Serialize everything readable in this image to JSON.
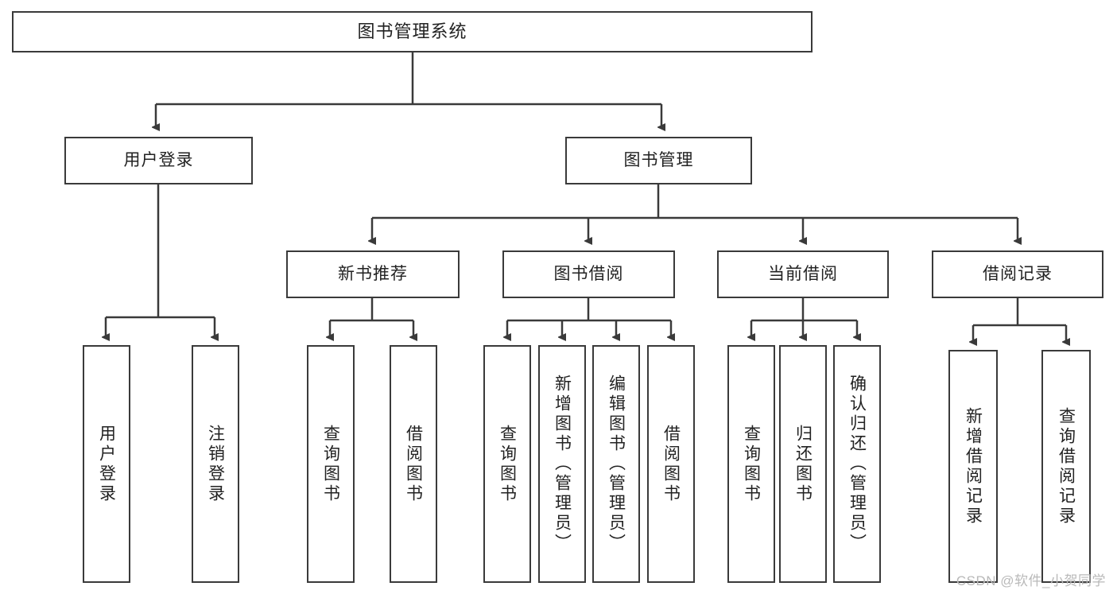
{
  "diagram": {
    "title": "图书管理系统",
    "type": "tree",
    "watermark": "CSDN @软件_小贺同学",
    "colors": {
      "border": "#3a3a3a",
      "background": "#ffffff",
      "text": "#222222",
      "connector": "#3a3a3a",
      "watermark": "#b9b9b9"
    },
    "levels": {
      "root": {
        "label": "图书管理系统"
      },
      "level2": [
        {
          "label": "用户登录"
        },
        {
          "label": "图书管理"
        }
      ],
      "level3": [
        {
          "label": "新书推荐"
        },
        {
          "label": "图书借阅"
        },
        {
          "label": "当前借阅"
        },
        {
          "label": "借阅记录"
        }
      ]
    },
    "leaves": {
      "user_login": [
        {
          "label": "用户登录"
        },
        {
          "label": "注销登录"
        }
      ],
      "new_book_recommend": [
        {
          "label": "查询图书"
        },
        {
          "label": "借阅图书"
        }
      ],
      "book_borrow": [
        {
          "label": "查询图书"
        },
        {
          "label": "新增图书（管理员）"
        },
        {
          "label": "编辑图书（管理员）"
        },
        {
          "label": "借阅图书"
        }
      ],
      "current_borrow": [
        {
          "label": "查询图书"
        },
        {
          "label": "归还图书"
        },
        {
          "label": "确认归还（管理员）"
        }
      ],
      "borrow_record": [
        {
          "label": "新增借阅记录"
        },
        {
          "label": "查询借阅记录"
        }
      ]
    }
  }
}
